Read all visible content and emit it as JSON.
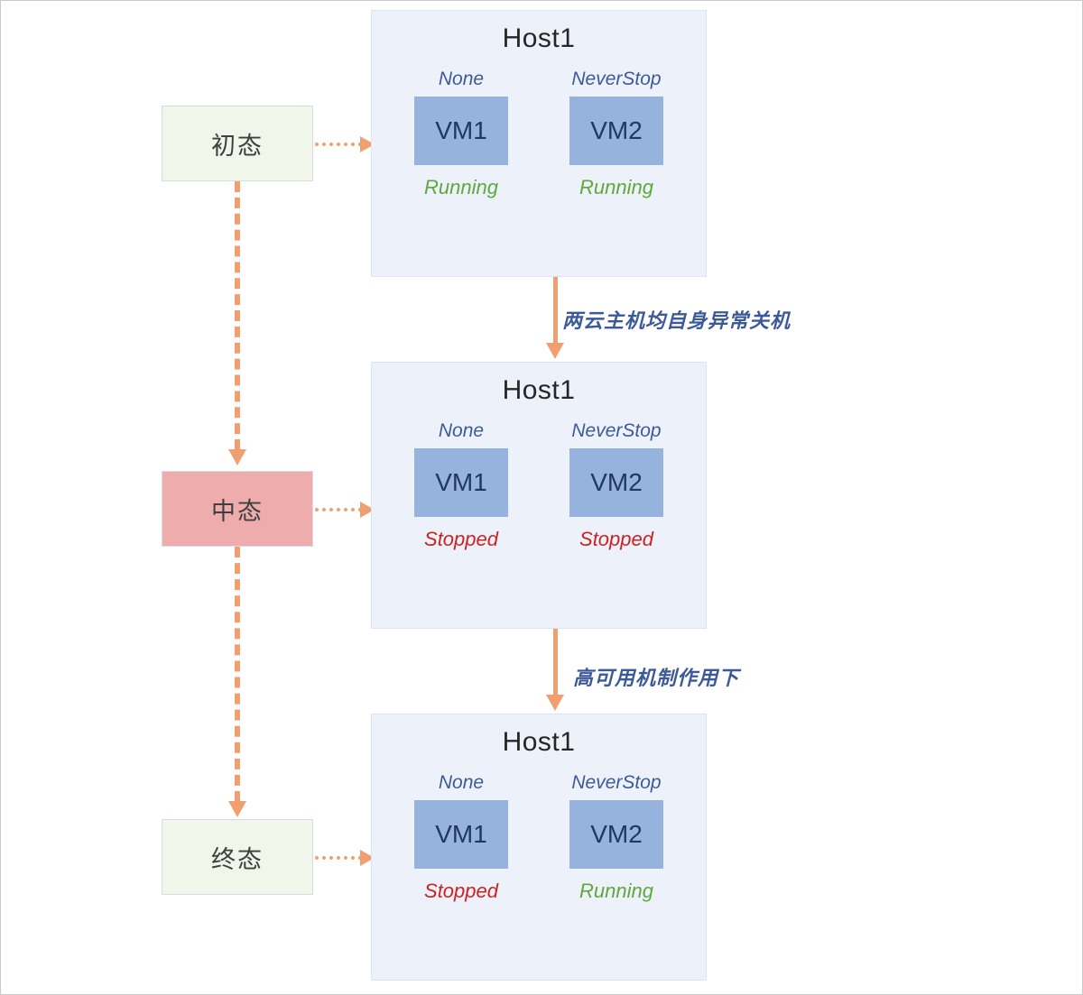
{
  "diagram": {
    "title": "VM high availability state transition",
    "colors": {
      "arrow": "#f0a070",
      "vm_chip": "#95b3dd",
      "host_bg": "#edf1fa",
      "state_initial_bg": "#f0f6e9",
      "state_middle_bg": "#eeacac",
      "state_final_bg": "#f0f6e9",
      "running": "#5fa83c",
      "stopped": "#cc2222",
      "policy_text": "#3c5a9a"
    }
  },
  "states": [
    {
      "id": "initial",
      "label": "初态"
    },
    {
      "id": "middle",
      "label": "中态"
    },
    {
      "id": "final",
      "label": "终态"
    }
  ],
  "hosts": [
    {
      "id": "host-top",
      "title": "Host1",
      "vms": [
        {
          "name": "VM1",
          "policy": "None",
          "status": "Running",
          "status_kind": "running"
        },
        {
          "name": "VM2",
          "policy": "NeverStop",
          "status": "Running",
          "status_kind": "running"
        }
      ]
    },
    {
      "id": "host-middle",
      "title": "Host1",
      "vms": [
        {
          "name": "VM1",
          "policy": "None",
          "status": "Stopped",
          "status_kind": "stopped"
        },
        {
          "name": "VM2",
          "policy": "NeverStop",
          "status": "Stopped",
          "status_kind": "stopped"
        }
      ]
    },
    {
      "id": "host-bottom",
      "title": "Host1",
      "vms": [
        {
          "name": "VM1",
          "policy": "None",
          "status": "Stopped",
          "status_kind": "stopped"
        },
        {
          "name": "VM2",
          "policy": "NeverStop",
          "status": "Running",
          "status_kind": "running"
        }
      ]
    }
  ],
  "transitions": [
    {
      "id": "t1",
      "label": "两云主机均自身异常关机"
    },
    {
      "id": "t2",
      "label": "高可用机制作用下"
    }
  ]
}
